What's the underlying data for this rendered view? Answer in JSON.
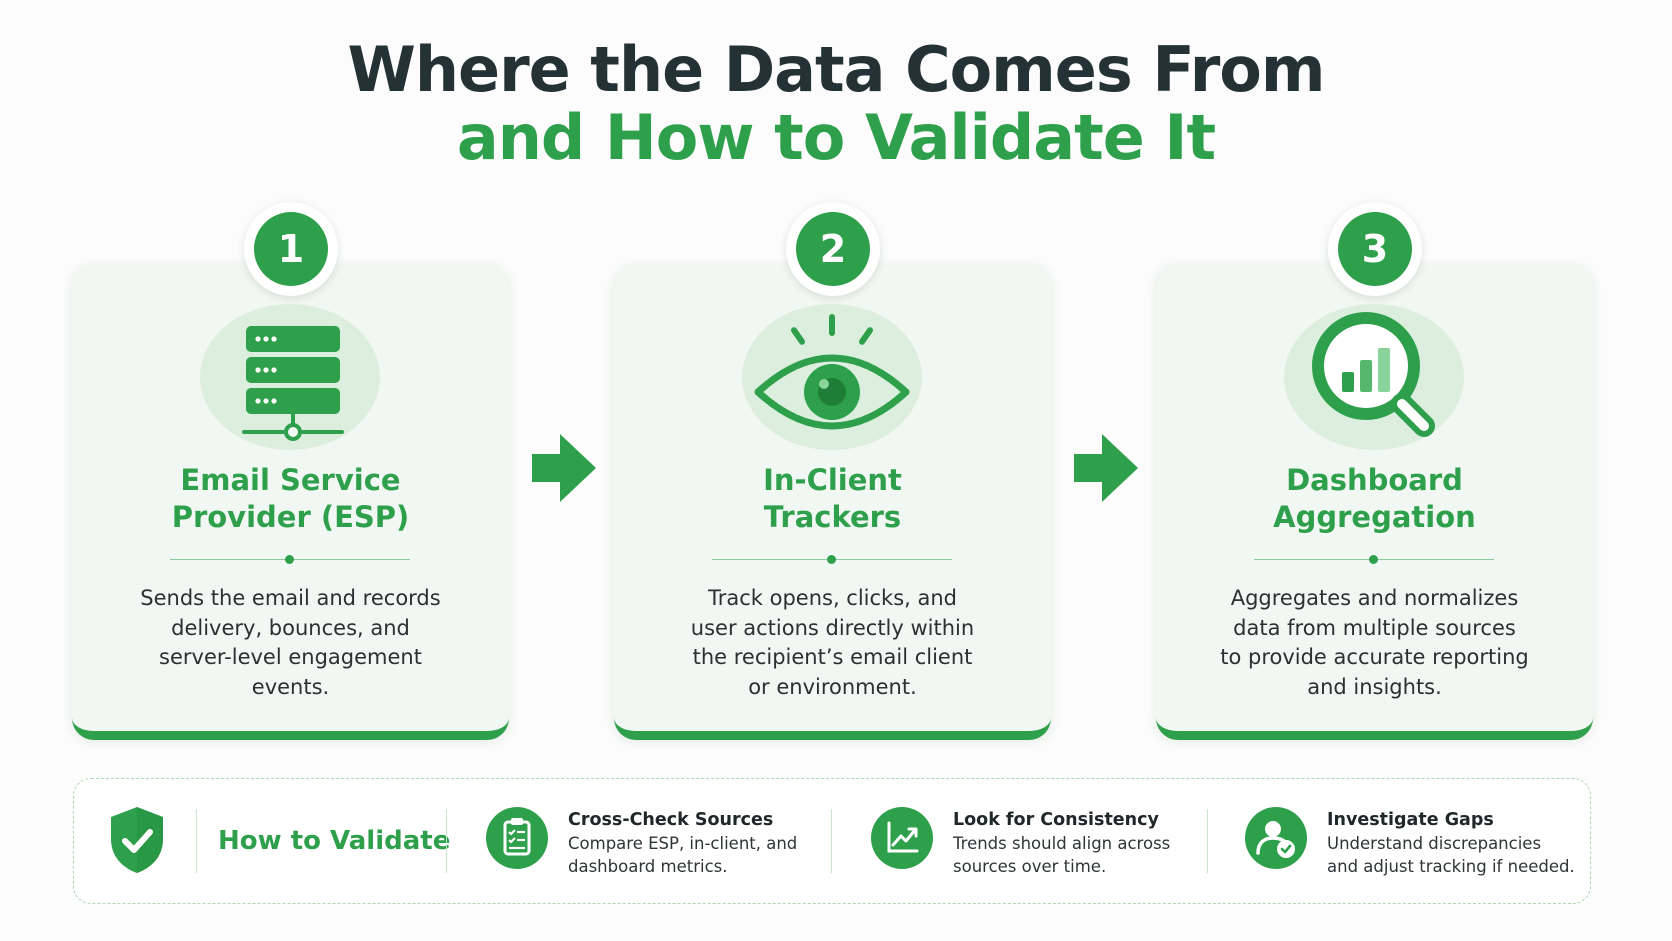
{
  "title": {
    "line1": "Where the Data Comes From",
    "line2": "and How to Validate It"
  },
  "colors": {
    "accent": "#2ea04b",
    "dark": "#243236",
    "card_bg": "#f1f7f2",
    "halo": "#dcefdf"
  },
  "steps": [
    {
      "number": "1",
      "icon": "server-stack-icon",
      "title_line1": "Email Service",
      "title_line2": "Provider (ESP)",
      "desc_lines": [
        "Sends the email and records",
        "delivery, bounces, and",
        "server-level engagement",
        "events."
      ]
    },
    {
      "number": "2",
      "icon": "eye-icon",
      "title_line1": "In-Client",
      "title_line2": "Trackers",
      "desc_lines": [
        "Track opens, clicks, and",
        "user actions directly within",
        "the recipient’s email client",
        "or environment."
      ]
    },
    {
      "number": "3",
      "icon": "magnifier-chart-icon",
      "title_line1": "Dashboard",
      "title_line2": "Aggregation",
      "desc_lines": [
        "Aggregates and normalizes",
        "data from multiple sources",
        "to provide accurate reporting",
        "and insights."
      ]
    }
  ],
  "validation": {
    "heading": "How to Validate",
    "heading_icon": "shield-check-icon",
    "items": [
      {
        "icon": "clipboard-checklist-icon",
        "title": "Cross-Check Sources",
        "desc_line1": "Compare ESP, in-client, and",
        "desc_line2": "dashboard metrics."
      },
      {
        "icon": "trend-chart-icon",
        "title": "Look for Consistency",
        "desc_line1": "Trends should align across",
        "desc_line2": "sources over time."
      },
      {
        "icon": "user-check-icon",
        "title": "Investigate Gaps",
        "desc_line1": "Understand discrepancies",
        "desc_line2": "and adjust tracking if needed."
      }
    ]
  }
}
